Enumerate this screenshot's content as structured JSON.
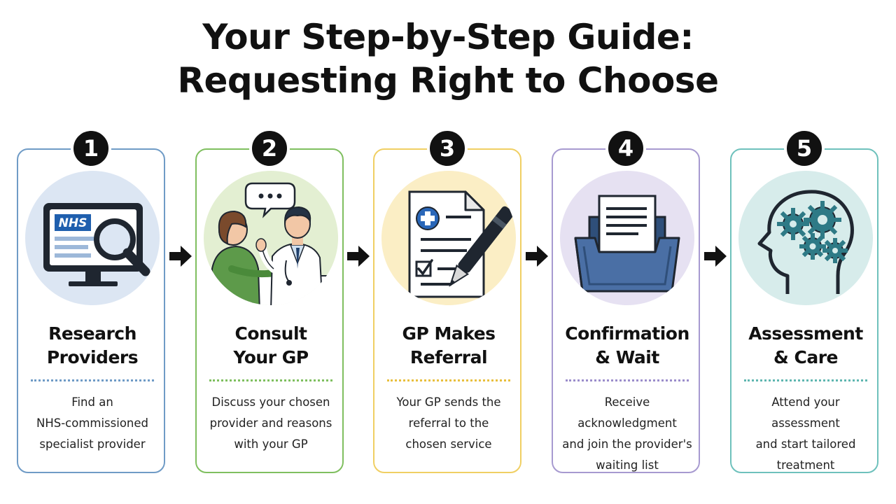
{
  "title": {
    "line1": "Your Step-by-Step Guide:",
    "line2": "Requesting Right to Choose"
  },
  "steps": [
    {
      "number": "1",
      "title": [
        "Research",
        "Providers"
      ],
      "description": [
        "Find an",
        "NHS-commissioned",
        "specialist provider"
      ],
      "icon": "computer-magnifier-icon",
      "screen_label": "NHS",
      "border_color": "#6f9bc6",
      "circle_color": "#dce6f3",
      "dots_color": "#6f9bc6"
    },
    {
      "number": "2",
      "title": [
        "Consult",
        "Your GP"
      ],
      "description": [
        "Discuss your chosen",
        "provider and reasons",
        "with your GP"
      ],
      "icon": "patient-doctor-icon",
      "border_color": "#7fbf5f",
      "circle_color": "#e3efd2",
      "dots_color": "#7fbf5f"
    },
    {
      "number": "3",
      "title": [
        "GP Makes",
        "Referral"
      ],
      "description": [
        "Your GP sends the",
        "referral to the",
        "chosen service"
      ],
      "icon": "referral-document-pen-icon",
      "border_color": "#f0cf63",
      "circle_color": "#fbeec5",
      "dots_color": "#e8bf3d"
    },
    {
      "number": "4",
      "title": [
        "Confirmation",
        "& Wait"
      ],
      "description": [
        "Receive acknowledgment",
        "and join the provider's",
        "waiting list"
      ],
      "icon": "inbox-tray-icon",
      "border_color": "#a79ad0",
      "circle_color": "#e6e1f2",
      "dots_color": "#9b8dcb"
    },
    {
      "number": "5",
      "title": [
        "Assessment",
        "& Care"
      ],
      "description": [
        "Attend your assessment",
        "and start tailored",
        "treatment"
      ],
      "icon": "head-gears-icon",
      "border_color": "#6ec1bc",
      "circle_color": "#d7eceb",
      "dots_color": "#5fb6b0"
    }
  ],
  "arrow_icon": "right-arrow-icon"
}
